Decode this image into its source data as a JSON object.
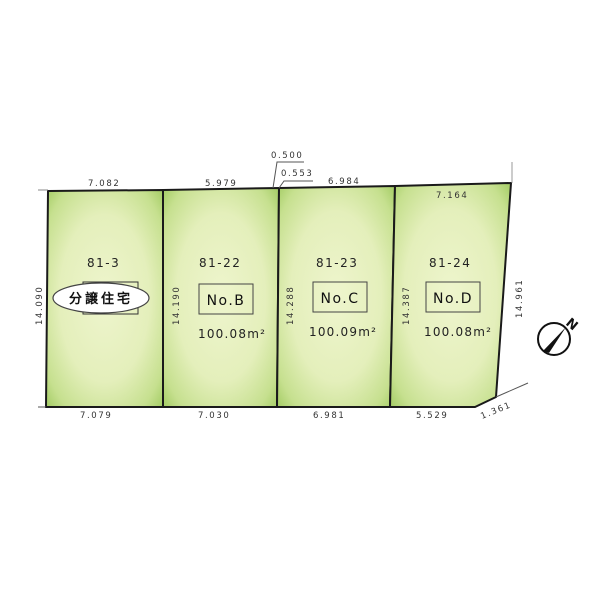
{
  "diagram": {
    "type": "land-subdivision-plot",
    "colors": {
      "lot_fill_center": "#eaf2c4",
      "lot_fill_edge": "#a7cf6a",
      "boundary": "#1a1a1a",
      "text": "#333333"
    },
    "lots": [
      {
        "id": "81-3",
        "label": "81-3",
        "tag": "分譲住宅",
        "tag_shape": "ellipse",
        "area": ""
      },
      {
        "id": "81-22",
        "label": "81-22",
        "tag": "No.B",
        "tag_shape": "box",
        "area": "100.08m²"
      },
      {
        "id": "81-23",
        "label": "81-23",
        "tag": "No.C",
        "tag_shape": "box",
        "area": "100.09m²"
      },
      {
        "id": "81-24",
        "label": "81-24",
        "tag": "No.D",
        "tag_shape": "box",
        "area": "100.08m²"
      }
    ],
    "dimensions": {
      "top": [
        "7.082",
        "5.979",
        "6.984",
        "7.164"
      ],
      "top_offsets": [
        "0.500",
        "0.553"
      ],
      "bottom": [
        "7.079",
        "7.030",
        "6.981",
        "5.529",
        "1.361"
      ],
      "sides": [
        "14.090",
        "14.190",
        "14.288",
        "14.387",
        "14.961"
      ]
    },
    "compass": {
      "label": "N",
      "icon": "north-arrow-icon"
    }
  }
}
